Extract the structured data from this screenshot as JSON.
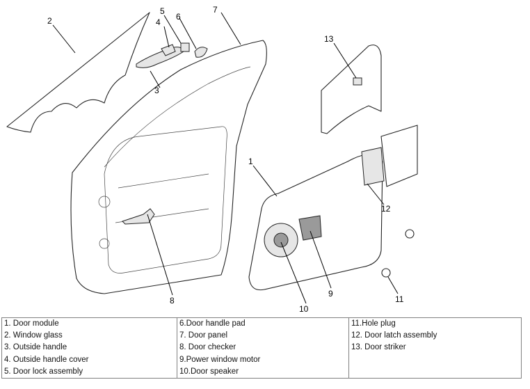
{
  "callouts": [
    "1",
    "2",
    "3",
    "4",
    "5",
    "6",
    "7",
    "8",
    "9",
    "10",
    "11",
    "12",
    "13"
  ],
  "legend": {
    "column_1": [
      "1. Door module",
      "2. Window glass",
      "3. Outside handle",
      "4. Outside handle cover",
      "5. Door lock assembly"
    ],
    "column_2": [
      "6.Door handle pad",
      "7. Door panel",
      "8. Door checker",
      "9.Power window motor",
      "10.Door speaker"
    ],
    "column_3": [
      "11.Hole plug",
      "12. Door latch assembly",
      "13. Door striker"
    ]
  }
}
